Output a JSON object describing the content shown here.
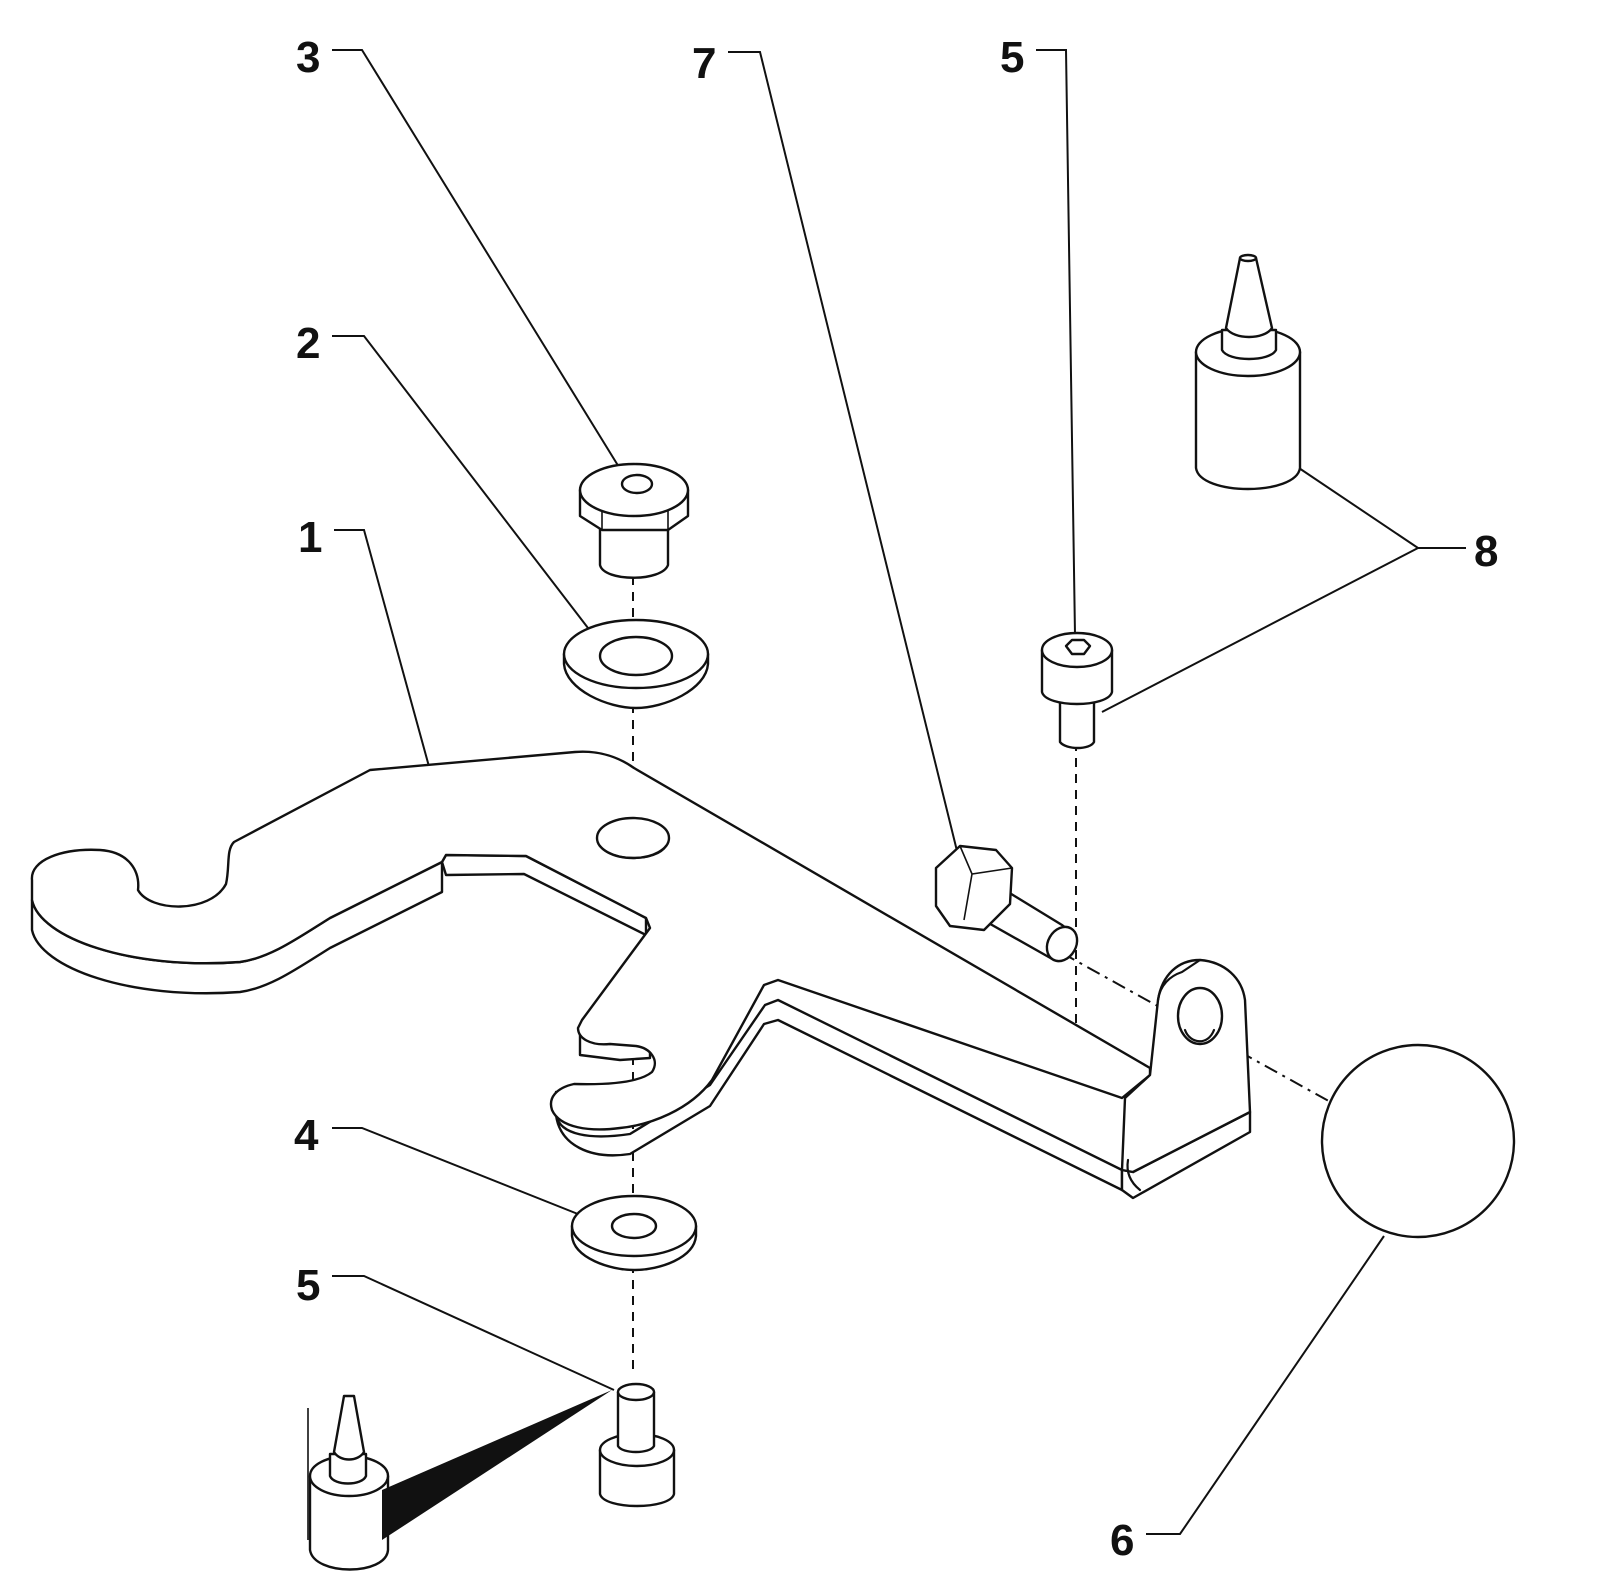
{
  "callouts": [
    {
      "id": "c3",
      "label": "3"
    },
    {
      "id": "c7",
      "label": "7"
    },
    {
      "id": "c5a",
      "label": "5"
    },
    {
      "id": "c2",
      "label": "2"
    },
    {
      "id": "c1",
      "label": "1"
    },
    {
      "id": "c8",
      "label": "8"
    },
    {
      "id": "c4",
      "label": "4"
    },
    {
      "id": "c5b",
      "label": "5"
    },
    {
      "id": "c6",
      "label": "6"
    }
  ],
  "colors": {
    "line": "#111111",
    "background": "#ffffff"
  }
}
